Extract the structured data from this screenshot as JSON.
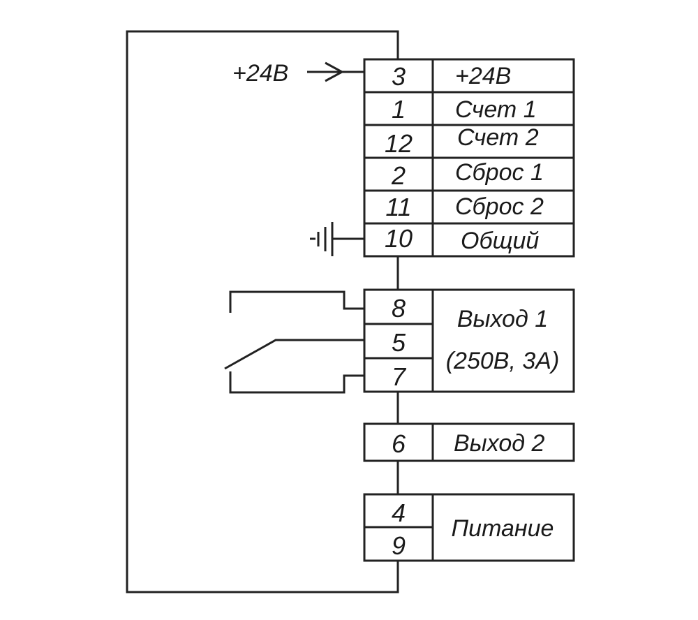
{
  "input_label": "+24В",
  "blocks": {
    "inputs": {
      "rows": [
        {
          "pin": "3",
          "label": "+24В"
        },
        {
          "pin": "1",
          "label": "Счет 1"
        },
        {
          "pin": "12",
          "label": "Счет 2"
        },
        {
          "pin": "2",
          "label": "Сброс 1"
        },
        {
          "pin": "11",
          "label": "Сброс 2"
        },
        {
          "pin": "10",
          "label": "Общий"
        }
      ]
    },
    "output1": {
      "pins": [
        "8",
        "5",
        "7"
      ],
      "label_line1": "Выход 1",
      "label_line2": "(250В, 3А)"
    },
    "output2": {
      "pin": "6",
      "label": "Выход 2"
    },
    "power": {
      "pins": [
        "4",
        "9"
      ],
      "label": "Питание"
    }
  },
  "icons": {
    "ground": "ground-icon",
    "arrow": "arrow-right-icon",
    "relay": "relay-contact-icon"
  }
}
